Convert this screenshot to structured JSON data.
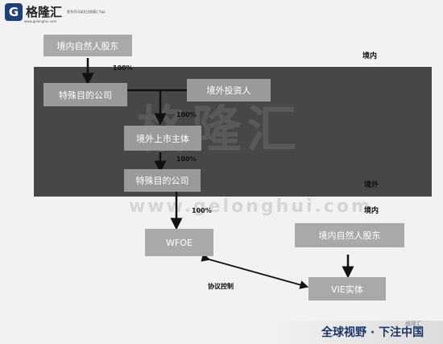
{
  "brand": {
    "logo_letter": "G",
    "name": "格隆汇",
    "tagline": "更多资讯请关注格隆汇App",
    "url_small": "www.gelonghui.com"
  },
  "watermark": {
    "big": "格隆汇",
    "url": "www.gelonghui.com"
  },
  "zones": {
    "domestic_top": "境内",
    "overseas": "境外",
    "domestic_bottom": "境内"
  },
  "nodes": {
    "domestic_shareholder_top": "境内自然人股东",
    "spv_top": "特殊目的公司",
    "foreign_investor": "境外投资人",
    "listed_entity": "境外上市主体",
    "spv_bottom": "特殊目的公司",
    "wfoe": "WFOE",
    "domestic_shareholder_bottom": "境内自然人股东",
    "vie_entity": "VIE实体"
  },
  "edge_labels": {
    "pct_1": "100%",
    "pct_2": "100%",
    "pct_3": "100%",
    "pct_4": "100%",
    "agreement": "协议控制"
  },
  "footer": {
    "slogan": "全球视野 · 下注中国",
    "corner": "格隆汇"
  },
  "colors": {
    "dark_band": "#474747",
    "box": "#9a9a9a",
    "brand": "#1c3566"
  }
}
